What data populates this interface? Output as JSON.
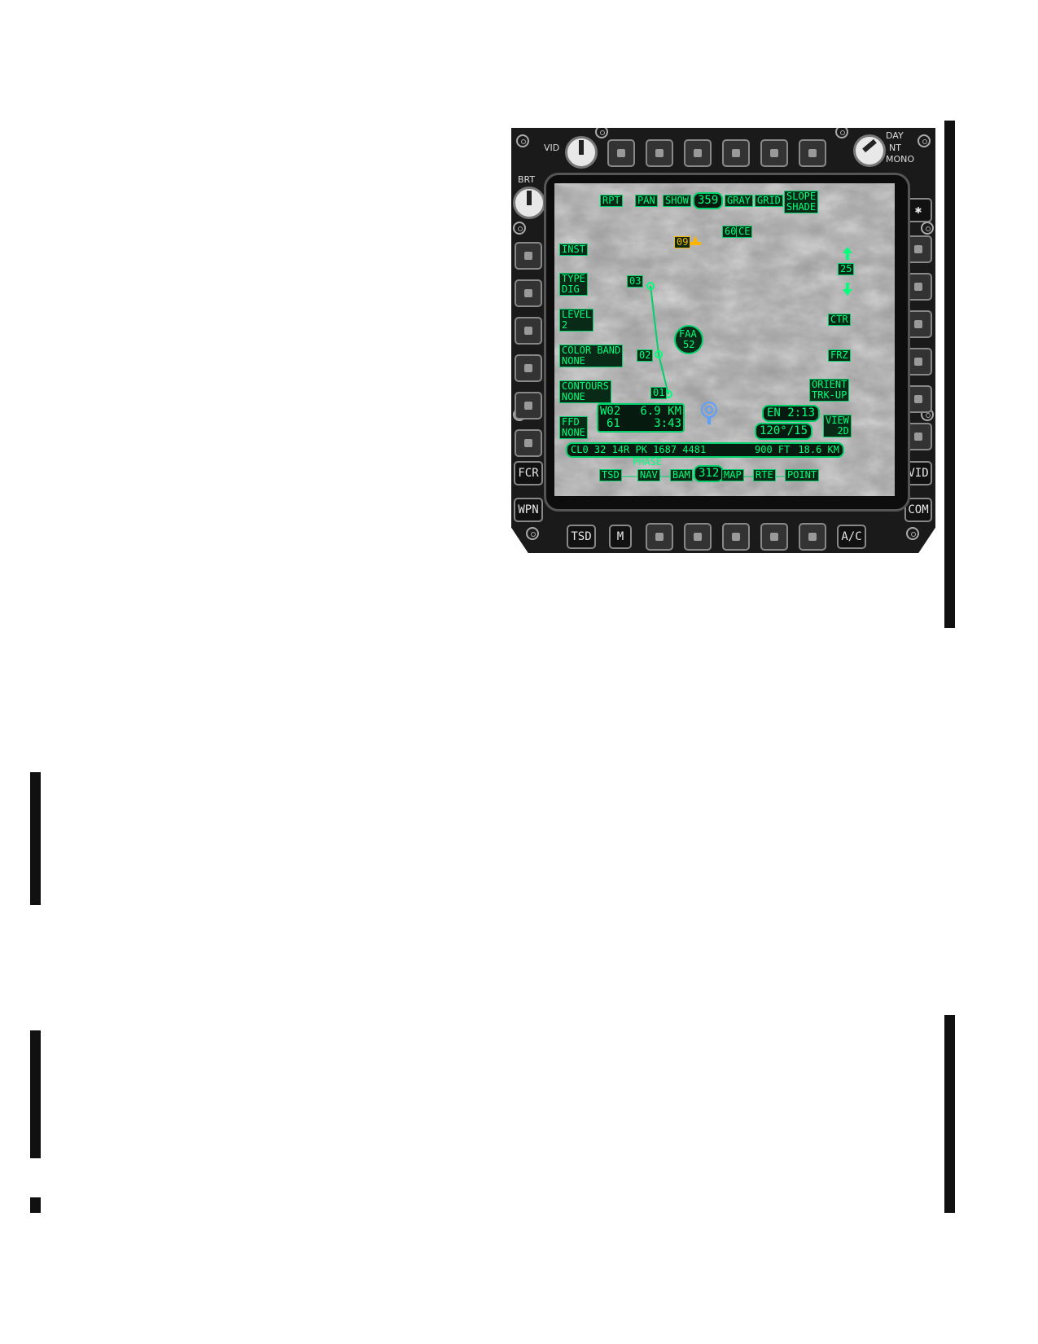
{
  "bezel": {
    "vid_knob_label": "VID",
    "brt_knob_label": "BRT",
    "mode_knob": {
      "day": "DAY",
      "nt": "NT",
      "mono": "MONO"
    },
    "left_buttons": {
      "fcr": "FCR",
      "wpn": "WPN"
    },
    "right_buttons": {
      "star": "✱",
      "vid": "VID",
      "com": "COM"
    },
    "bottom_buttons": {
      "tsd": "TSD",
      "m": "M",
      "ac": "A/C"
    }
  },
  "screen": {
    "top": {
      "rpt": "RPT",
      "pan": "PAN",
      "show": "SHOW",
      "heading": "359",
      "gray": "GRAY",
      "grid": "GRID",
      "slope": "SLOPE",
      "shade": "SHADE"
    },
    "left": {
      "inst": "INST",
      "type_label": "TYPE",
      "type_value": "DIG",
      "level_label": "LEVEL",
      "level_value": "2",
      "colorband_label": "COLOR BAND",
      "colorband_value": "NONE",
      "contours_label": "CONTOURS",
      "contours_value": "NONE",
      "ffd_label": "FFD",
      "ffd_value": "NONE"
    },
    "right": {
      "range": "25",
      "ctr": "CTR",
      "frz": "FRZ",
      "orient_label": "ORIENT",
      "orient_value": "TRK-UP",
      "view_label": "VIEW",
      "view_value": "2D"
    },
    "symbols": {
      "wp03": "03",
      "wp02": "02",
      "wp01": "01",
      "threat09": "09",
      "target60": "60",
      "target60_tag": "CE",
      "faa_line1": "FAA",
      "faa_line2": "52"
    },
    "waypoint_box": {
      "id": "W02",
      "dist": "6.9 KM",
      "alt": "61",
      "time": "3:43"
    },
    "en_box": {
      "label": "EN",
      "time": "2:13"
    },
    "bearing": "120°/15",
    "status_bar": {
      "left": "CL0  32  14R PK 1687 4481",
      "alt": "900 FT",
      "dist": "18.6 KM"
    },
    "bottom": {
      "tsd": "TSD",
      "phase": "PHASE",
      "nav": "NAV",
      "bam": "BAM",
      "value": "312",
      "map": "MAP",
      "rte": "RTE",
      "point": "POINT"
    }
  }
}
